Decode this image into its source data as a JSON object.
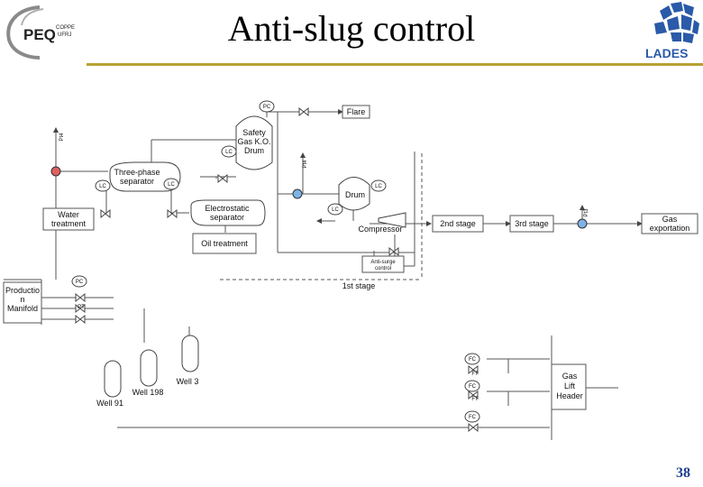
{
  "header": {
    "title": "Anti-slug control",
    "page_number": "38",
    "left_logo": {
      "text": "PEQ",
      "small_top": "COPPE",
      "small_bottom": "UFRJ"
    },
    "right_logo": {
      "text": "LADES"
    }
  },
  "diagram": {
    "equipment": {
      "safety_drum": "Safety\nGas K.O.\nDrum",
      "flare": "Flare",
      "three_phase": "Three-phase\nseparator",
      "water_treatment": "Water\ntreatment",
      "electrostatic": "Electrostatic\nseparator",
      "oil_treatment": "Oil treatment",
      "drum": "Drum",
      "compressor": "Compressor",
      "stage2": "2nd stage",
      "stage3": "3rd stage",
      "gas_export": "Gas\nexportation",
      "antisurge": "Anti-surge\ncontrol",
      "stage1": "1st stage",
      "manifold": "Productio\nn\nManifold",
      "gaslift": "Gas\nLift\nHeader",
      "well91": "Well 91",
      "well198": "Well 198",
      "well3": "Well 3"
    },
    "instruments": {
      "pc": "PC",
      "lc": "LC",
      "fc": "FC",
      "ft": "FT",
      "pt": "PT",
      "tag_ppt": "Pt4",
      "tag_ppt2": "Pt4",
      "tag_pt3": "Pt3"
    },
    "colors": {
      "line": "#555555",
      "red_valve": "#e06060",
      "blue_valve": "#7fb3e6"
    }
  }
}
